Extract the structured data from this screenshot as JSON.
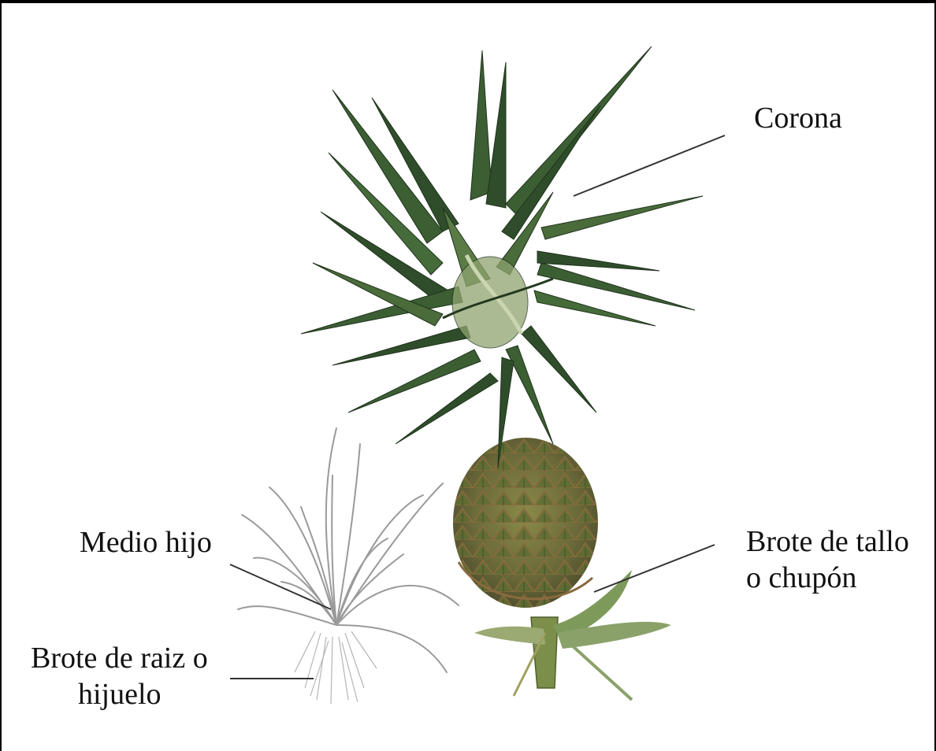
{
  "labels": {
    "corona": "Corona",
    "brote_tallo_line1": "Brote de tallo",
    "brote_tallo_line2": "o chupón",
    "medio_hijo": "Medio hijo",
    "brote_raiz_line1": "Brote de raiz o",
    "brote_raiz_line2": "hijuelo"
  },
  "colors": {
    "leaf_dark": "#2f4d2a",
    "leaf_mid": "#4a6b3a",
    "leaf_light": "#7d9a63",
    "fruit_green": "#6b7a3a",
    "fruit_brown": "#8a6a3e",
    "sketch_gray": "#9a9a9a",
    "leader_line": "#333333"
  }
}
